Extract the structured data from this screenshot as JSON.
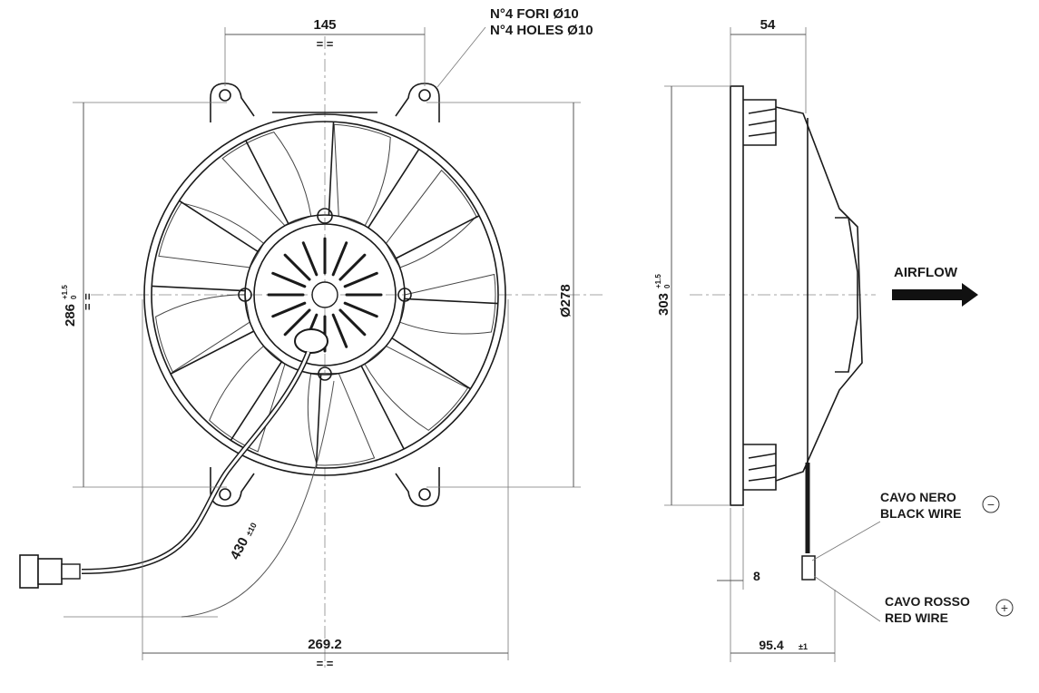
{
  "front_view": {
    "hole_note_it": "N°4 FORI Ø10",
    "hole_note_en": "N°4 HOLES Ø10",
    "hole_spacing": "145",
    "height_dim": "286",
    "height_tol_upper": "+1.5",
    "height_tol_lower": "0",
    "diameter_dim": "Ø278",
    "width_dim": "269.2",
    "cable_length": "430",
    "cable_tol": "±10",
    "symmetry_mark": "= ="
  },
  "side_view": {
    "depth_dim": "54",
    "height_dim": "303",
    "height_tol_upper": "+1.5",
    "height_tol_lower": "0",
    "airflow_label": "AIRFLOW",
    "flange_dim": "8",
    "overall_depth": "95.4",
    "overall_depth_tol": "±1",
    "black_wire_it": "CAVO NERO",
    "black_wire_en": "BLACK WIRE",
    "black_wire_symbol": "−",
    "red_wire_it": "CAVO ROSSO",
    "red_wire_en": "RED WIRE",
    "red_wire_symbol": "+"
  }
}
